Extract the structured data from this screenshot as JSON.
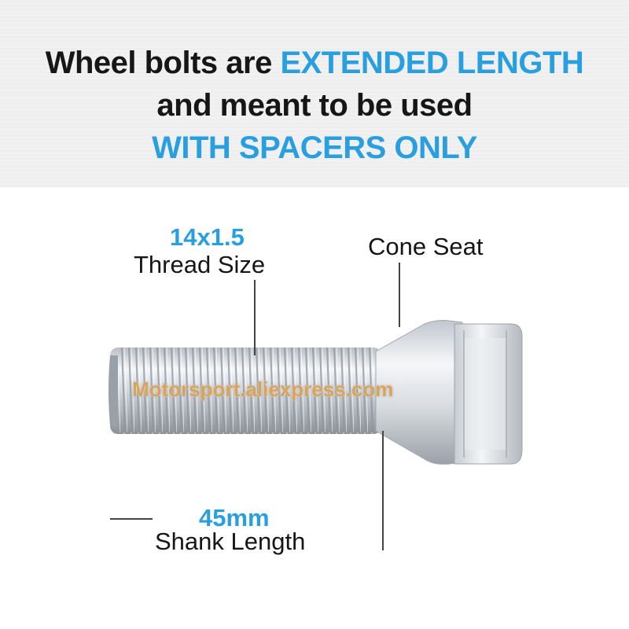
{
  "theme": {
    "accent": "#2a9fe0",
    "text": "#161616"
  },
  "headline": {
    "line1_prefix": "Wheel bolts are ",
    "line1_accent": "EXTENDED LENGTH",
    "line2": "and meant to be used",
    "line3_accent": "WITH SPACERS ONLY"
  },
  "callouts": {
    "thread_value": "14x1.5",
    "thread_label": "Thread Size",
    "seat_label": "Cone Seat",
    "shank_value": "45mm",
    "shank_label": "Shank Length"
  },
  "watermark": "Motorsport.aliexpress.com"
}
